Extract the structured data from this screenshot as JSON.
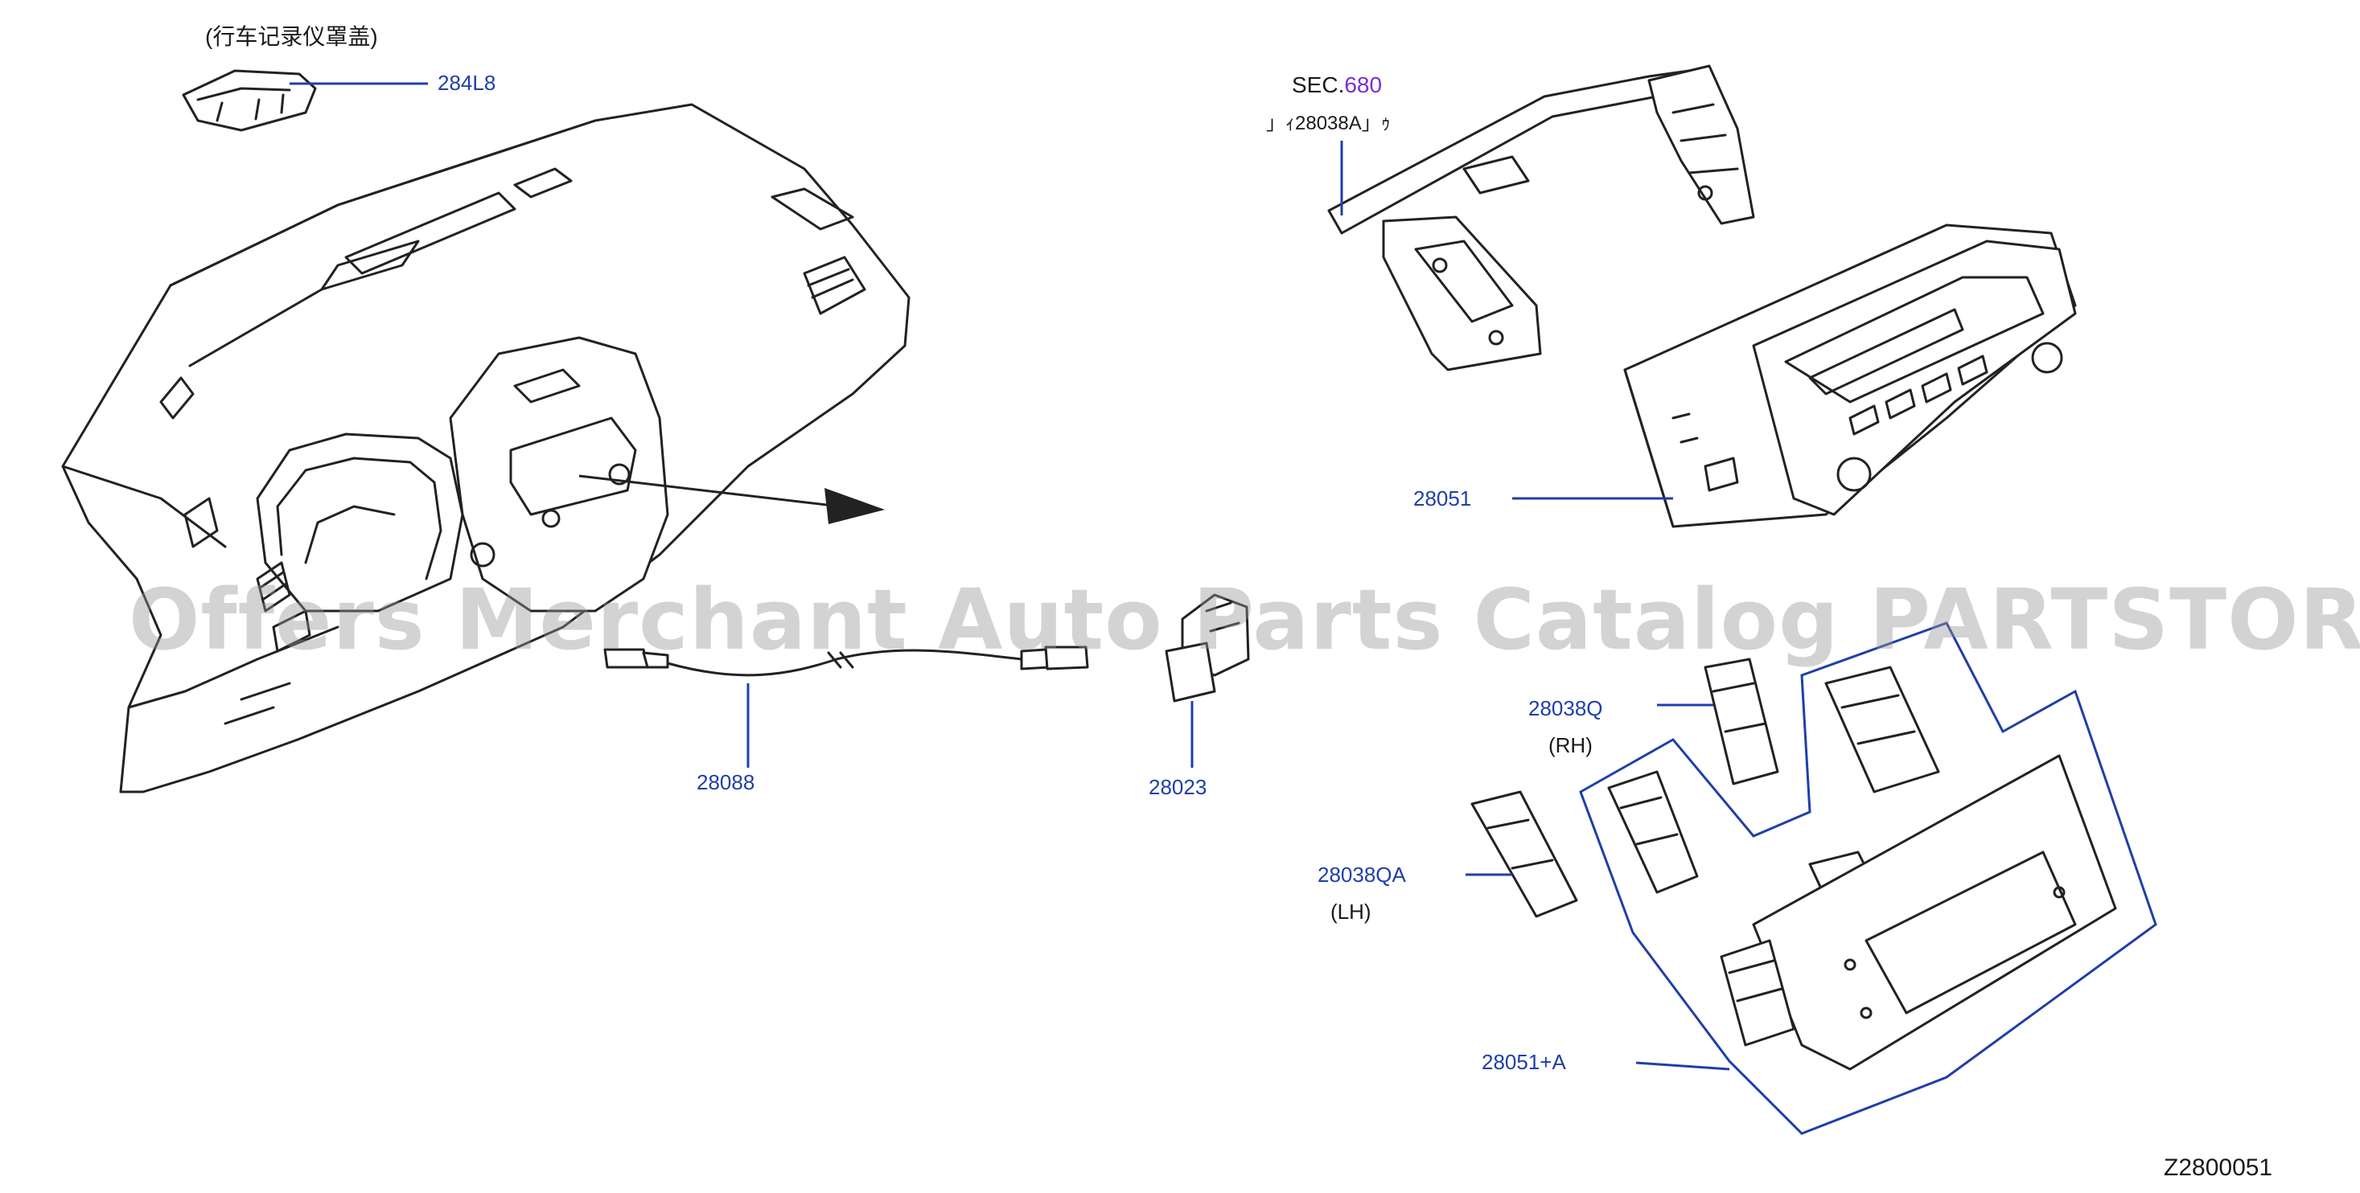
{
  "diagram": {
    "note_cn": "(行车记录仪罩盖)",
    "sec_prefix": "SEC.",
    "sec_number": "680",
    "sec_ref": "」ｨ28038A」ｩ",
    "parts": {
      "p284L8": "284L8",
      "p28051": "28051",
      "p28088": "28088",
      "p28023": "28023",
      "p28038Q": "28038Q",
      "rh": "(RH)",
      "p28038QA": "28038QA",
      "lh": "(LH)",
      "p28051A": "28051+A"
    },
    "diagram_code": "Z2800051",
    "watermark": "Offers Merchant Auto Parts Catalog PARTSTORE.SA",
    "colors": {
      "callout": "#1f3fa8",
      "sec_number": "#7b2fd0",
      "ink": "#222222"
    }
  }
}
